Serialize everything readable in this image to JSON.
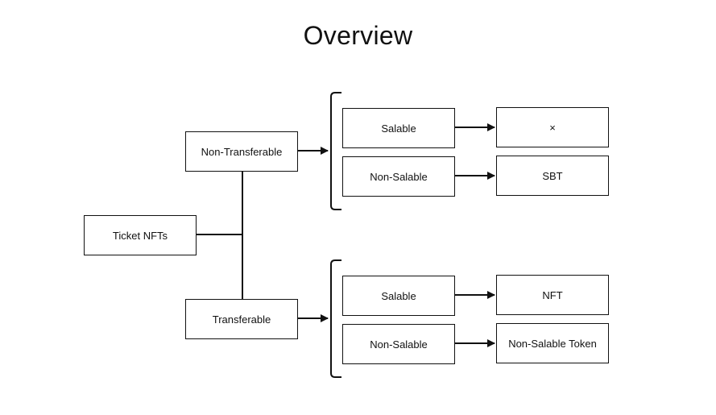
{
  "title": "Overview",
  "nodes": {
    "root": "Ticket NFTs",
    "non_transferable": "Non-Transferable",
    "transferable": "Transferable",
    "nt_salable": "Salable",
    "nt_non_salable": "Non-Salable",
    "t_salable": "Salable",
    "t_non_salable": "Non-Salable",
    "result_nt_salable": "×",
    "result_nt_non_salable": "SBT",
    "result_t_salable": "NFT",
    "result_t_non_salable": "Non-Salable Token"
  }
}
